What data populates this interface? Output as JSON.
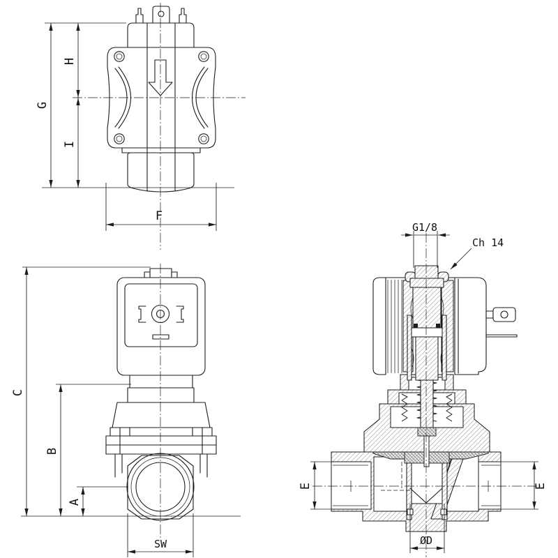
{
  "colors": {
    "background": "#ffffff",
    "line": "#1c1c1c"
  },
  "dims": {
    "top_view": {
      "g": "G",
      "h": "H",
      "i": "I",
      "f": "F"
    },
    "front_view": {
      "c": "C",
      "b": "B",
      "a": "A",
      "sw": "SW"
    },
    "section_view": {
      "thread": "G1/8",
      "chamfer": "Ch 14",
      "e_left": "E",
      "e_right": "E",
      "orifice": "ØD"
    }
  }
}
